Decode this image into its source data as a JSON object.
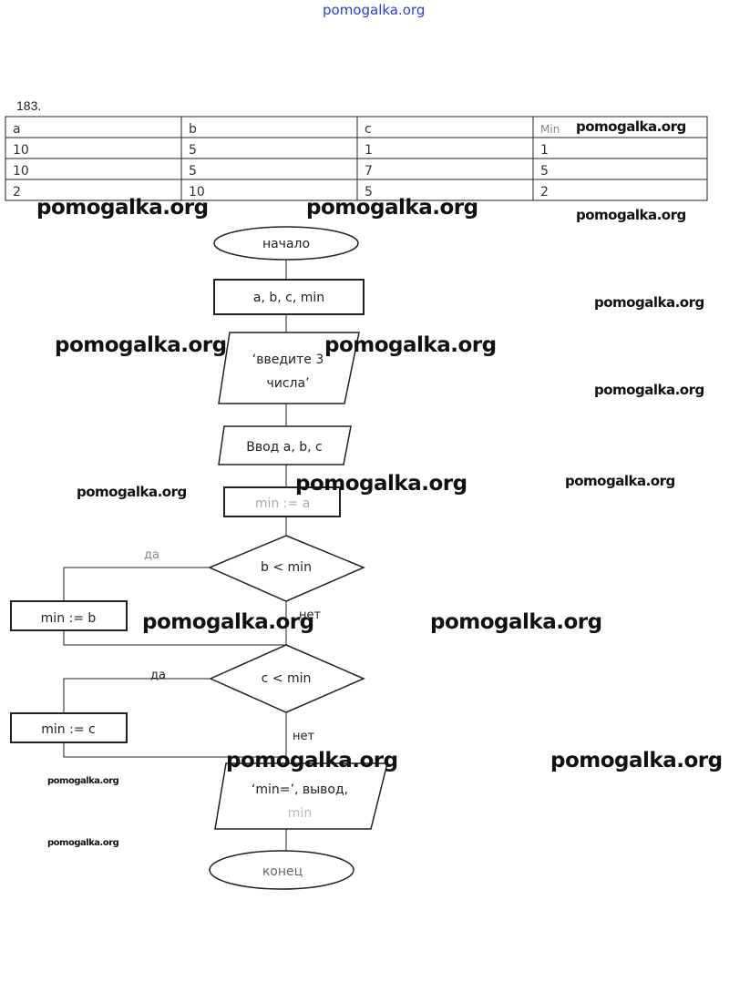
{
  "header_watermark": "pomogalka.org",
  "problem_number": "183.",
  "table": {
    "headers": [
      "a",
      "b",
      "c",
      "Min"
    ],
    "rows": [
      [
        "10",
        "5",
        "1",
        "1"
      ],
      [
        "10",
        "5",
        "7",
        "5"
      ],
      [
        "2",
        "10",
        "5",
        "2"
      ]
    ]
  },
  "flowchart": {
    "start": "начало",
    "declare": "a, b, c, min",
    "prompt_line1": "‘введите 3",
    "prompt_line2": "числа’",
    "input": "Ввод a, b, c",
    "assign_a": "min := a",
    "cond_b": "b < min",
    "assign_b": "min := b",
    "cond_c": "c < min",
    "assign_c": "min := c",
    "yes": "да",
    "no": "нет",
    "output_line1": "‘min=’, вывод,",
    "output_line2": "min",
    "end": "конец"
  },
  "watermark": "pomogalka.org"
}
